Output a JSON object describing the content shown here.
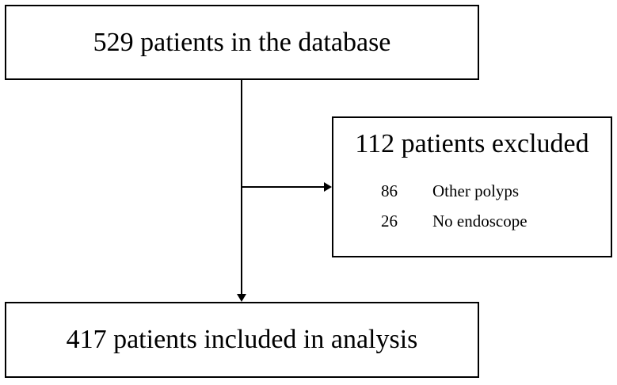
{
  "flowchart": {
    "start": {
      "text": "529 patients in the database"
    },
    "excluded": {
      "title": "112 patients excluded",
      "reasons": [
        {
          "count": "86",
          "label": "Other polyps"
        },
        {
          "count": "26",
          "label": "No endoscope"
        }
      ]
    },
    "end": {
      "text": "417 patients included in analysis"
    },
    "colors": {
      "stroke": "#000000",
      "background": "#ffffff"
    }
  }
}
